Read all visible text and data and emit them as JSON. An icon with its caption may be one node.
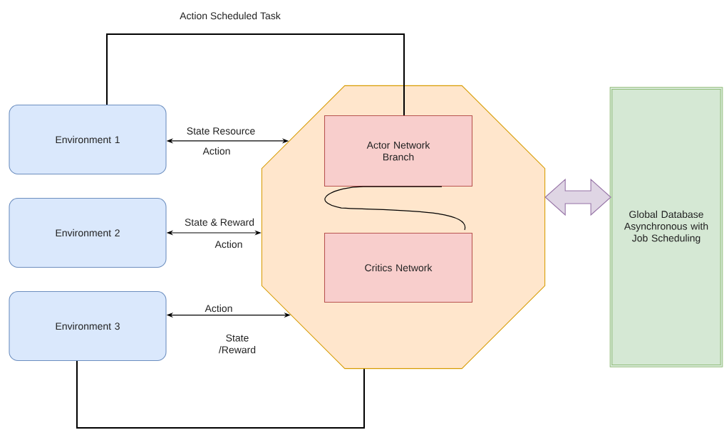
{
  "diagram": {
    "nodes": [
      {
        "text": [
          "Environment 1"
        ]
      },
      {
        "text": [
          "Environment 2"
        ]
      },
      {
        "text": [
          "Environment 3"
        ]
      },
      {
        "text": [],
        "shape": "octagon"
      },
      {
        "text": [
          "Actor Network Branch"
        ],
        "in": 3
      },
      {
        "text": [
          "Critics Network"
        ],
        "in": 3
      },
      {
        "text": [
          "Global Database Asynchronous with Job Scheduling"
        ]
      }
    ],
    "edges": [
      {
        "from": 0,
        "to": 4,
        "arrow": "none",
        "label": "Action Scheduled Task"
      },
      {
        "from": 0,
        "to": 3,
        "arrow": "both",
        "label": "State Resource"
      },
      {
        "from": 1,
        "to": 3,
        "arrow": "both",
        "label": "State & Reward"
      },
      {
        "from": 2,
        "to": 3,
        "arrow": "both",
        "label": "Action"
      },
      {
        "from": 2,
        "to": 3,
        "arrow": "none"
      },
      {
        "from": 4,
        "to": 5,
        "arrow": "none"
      },
      {
        "from": 3,
        "to": 6,
        "arrow": "both",
        "style": "thick",
        "color": "#9673a6"
      }
    ],
    "labels": [
      "Action",
      "Action",
      "State /Reward"
    ]
  }
}
